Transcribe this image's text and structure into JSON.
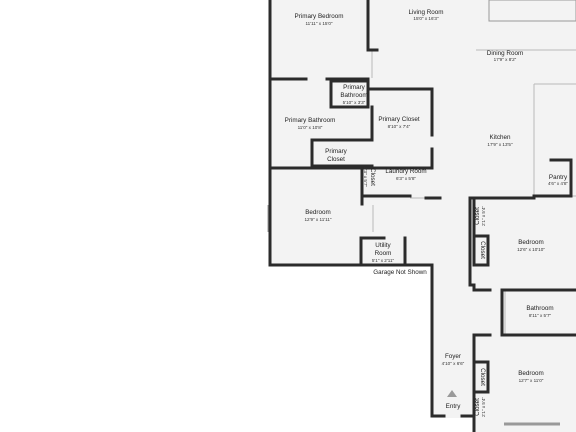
{
  "rooms": [
    {
      "id": "primary-bedroom",
      "name": "Primary Bedroom",
      "dim": "11'11\" x 15'0\""
    },
    {
      "id": "living-room",
      "name": "Living Room",
      "dim": "15'0\" x 16'3\""
    },
    {
      "id": "dining-room",
      "name": "Dining Room",
      "dim": "17'9\" x 8'2\""
    },
    {
      "id": "primary-bath-small",
      "name": "Primary",
      "name2": "Bathroom",
      "dim": "5'10\" x 3'3\""
    },
    {
      "id": "primary-bathroom",
      "name": "Primary Bathroom",
      "dim": "11'0\" x 10'8\""
    },
    {
      "id": "primary-closet",
      "name": "Primary Closet",
      "dim": "8'10\" x 7'4\""
    },
    {
      "id": "kitchen",
      "name": "Kitchen",
      "dim": "17'9\" x 13'5\""
    },
    {
      "id": "primary-closet-small",
      "name": "Primary",
      "name2": "Closet",
      "dim": ""
    },
    {
      "id": "laundry-room",
      "name": "Laundry Room",
      "dim": "6'3\" x 5'8\""
    },
    {
      "id": "pantry",
      "name": "Pantry",
      "dim": "4'6\" x 4'8\""
    },
    {
      "id": "bedroom-left",
      "name": "Bedroom",
      "dim": "12'9\" x 11'11\""
    },
    {
      "id": "bedroom-right-top",
      "name": "Bedroom",
      "dim": "12'6\" x 10'10\""
    },
    {
      "id": "utility-room",
      "name": "Utility",
      "name2": "Room",
      "dim": "5'1\" x 2'11\""
    },
    {
      "id": "bathroom",
      "name": "Bathroom",
      "dim": "8'11\" x 5'7\""
    },
    {
      "id": "foyer",
      "name": "Foyer",
      "dim": "4'10\" x 6'6\""
    },
    {
      "id": "bedroom-right-bottom",
      "name": "Bedroom",
      "dim": "12'7\" x 11'0\""
    }
  ],
  "closets": {
    "center": {
      "name": "Closet",
      "dim": "2'3\" x 5'7\""
    },
    "right_top_outer": {
      "name": "Closet",
      "dim": "2'1\" x 5'4\""
    },
    "right_top_inner": {
      "name": "Closet"
    },
    "right_bottom_inner": {
      "name": "Closet"
    },
    "right_bottom_outer": {
      "name": "Closet",
      "dim": "2'1\" x 5'4\""
    }
  },
  "labels": {
    "garage": "Garage Not Shown",
    "entry": "Entry"
  }
}
